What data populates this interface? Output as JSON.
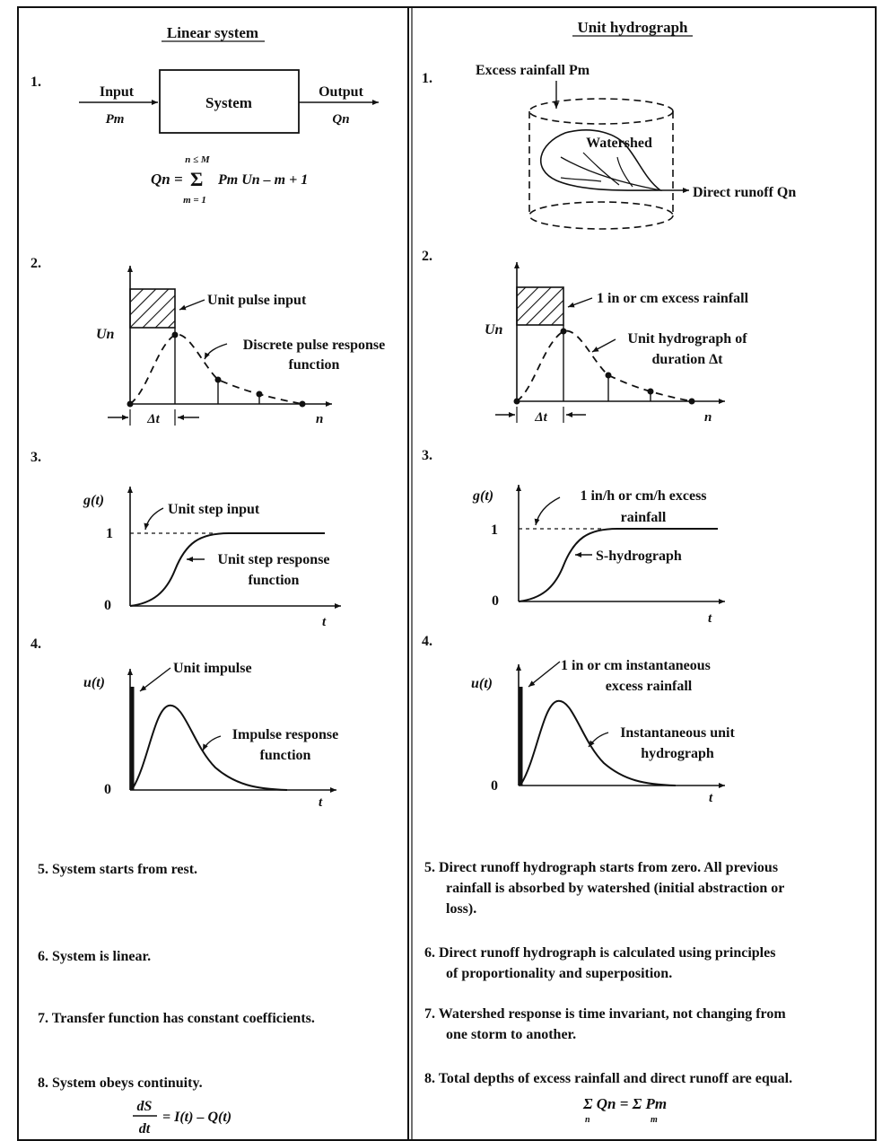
{
  "headers": {
    "left": "Linear system",
    "right": "Unit hydrograph"
  },
  "left": {
    "s1": {
      "num": "1.",
      "input": "Input",
      "input_sym": "Pm",
      "system": "System",
      "output": "Output",
      "output_sym": "Qn",
      "formula_lhs": "Qn =",
      "formula_sum": "Σ",
      "formula_top": "n ≤ M",
      "formula_bottom": "m = 1",
      "formula_rhs": "Pm Un – m + 1"
    },
    "s2": {
      "num": "2.",
      "y_label": "Un",
      "pulse_label": "Unit pulse input",
      "resp_label_1": "Discrete pulse response",
      "resp_label_2": "function",
      "dt": "Δt",
      "x_label": "n"
    },
    "s3": {
      "num": "3.",
      "y_label": "g(t)",
      "one": "1",
      "zero": "0",
      "step_label": "Unit step input",
      "resp_label_1": "Unit step response",
      "resp_label_2": "function",
      "x_label": "t"
    },
    "s4": {
      "num": "4.",
      "y_label": "u(t)",
      "zero": "0",
      "impulse_label": "Unit impulse",
      "resp_label_1": "Impulse response",
      "resp_label_2": "function",
      "x_label": "t"
    },
    "s5": "5.  System starts from rest.",
    "s6": "6.  System is linear.",
    "s7": "7.  Transfer function has constant coefficients.",
    "s8": "8.  System obeys continuity.",
    "eq_num": "dS",
    "eq_den": "dt",
    "eq_rhs": "= I(t) – Q(t)"
  },
  "right": {
    "s1": {
      "num": "1.",
      "excess": "Excess rainfall Pm",
      "watershed": "Watershed",
      "runoff": "Direct runoff Qn"
    },
    "s2": {
      "num": "2.",
      "y_label": "Un",
      "pulse_label": "1 in or cm excess rainfall",
      "resp_label_1": "Unit hydrograph of",
      "resp_label_2": "duration Δt",
      "dt": "Δt",
      "x_label": "n"
    },
    "s3": {
      "num": "3.",
      "y_label": "g(t)",
      "one": "1",
      "zero": "0",
      "step_label_1": "1 in/h or cm/h excess",
      "step_label_2": "rainfall",
      "resp_label": "S-hydrograph",
      "x_label": "t"
    },
    "s4": {
      "num": "4.",
      "y_label": "u(t)",
      "zero": "0",
      "impulse_label_1": "1 in or cm instantaneous",
      "impulse_label_2": "excess rainfall",
      "resp_label_1": "Instantaneous unit",
      "resp_label_2": "hydrograph",
      "x_label": "t"
    },
    "s5_1": "5. Direct runoff hydrograph starts from zero.  All previous",
    "s5_2": "rainfall is absorbed by watershed (initial abstraction or",
    "s5_3": "loss).",
    "s6_1": "6. Direct runoff hydrograph is calculated using principles",
    "s6_2": "of proportionality and superposition.",
    "s7_1": "7. Watershed response is time invariant, not changing from",
    "s7_2": "one storm to another.",
    "s8": "8. Total depths of excess rainfall and direct runoff are equal.",
    "eq": "Σ Qn = Σ Pm",
    "eq_sub_n": "n",
    "eq_sub_m": "m"
  }
}
